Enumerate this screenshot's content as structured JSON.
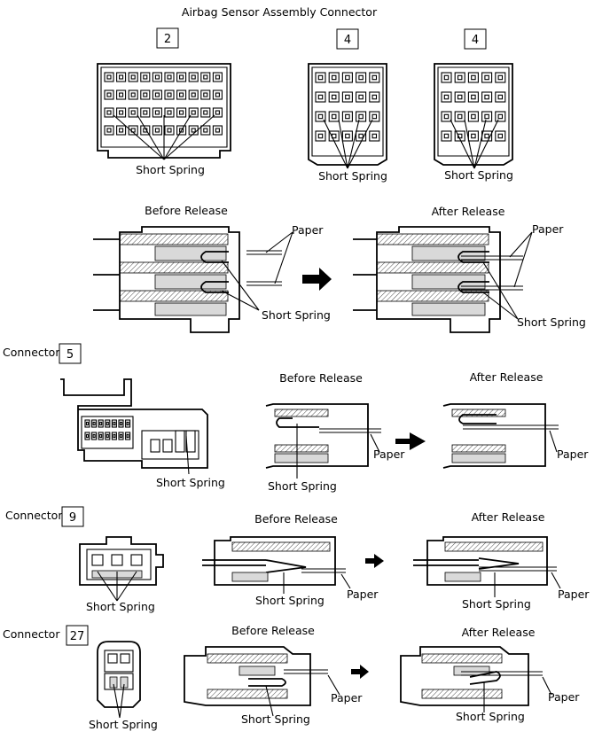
{
  "title": "Airbag Sensor Assembly Connector",
  "top_connectors": [
    {
      "number": "2",
      "label": "Short Spring"
    },
    {
      "number": "4",
      "label": "Short Spring"
    },
    {
      "number": "4",
      "label": "Short Spring"
    }
  ],
  "release_top": {
    "before": "Before Release",
    "after": "After Release",
    "paper": "Paper",
    "short_spring": "Short Spring"
  },
  "connector5": {
    "prefix": "Connector",
    "number": "5",
    "short_spring": "Short Spring",
    "before": "Before Release",
    "after": "After Release",
    "paper": "Paper"
  },
  "connector9": {
    "prefix": "Connector",
    "number": "9",
    "short_spring": "Short Spring",
    "before": "Before Release",
    "after": "After Release",
    "paper": "Paper"
  },
  "connector27": {
    "prefix": "Connector",
    "number": "27",
    "short_spring": "Short Spring",
    "before": "Before Release",
    "after": "After Release",
    "paper": "Paper"
  }
}
